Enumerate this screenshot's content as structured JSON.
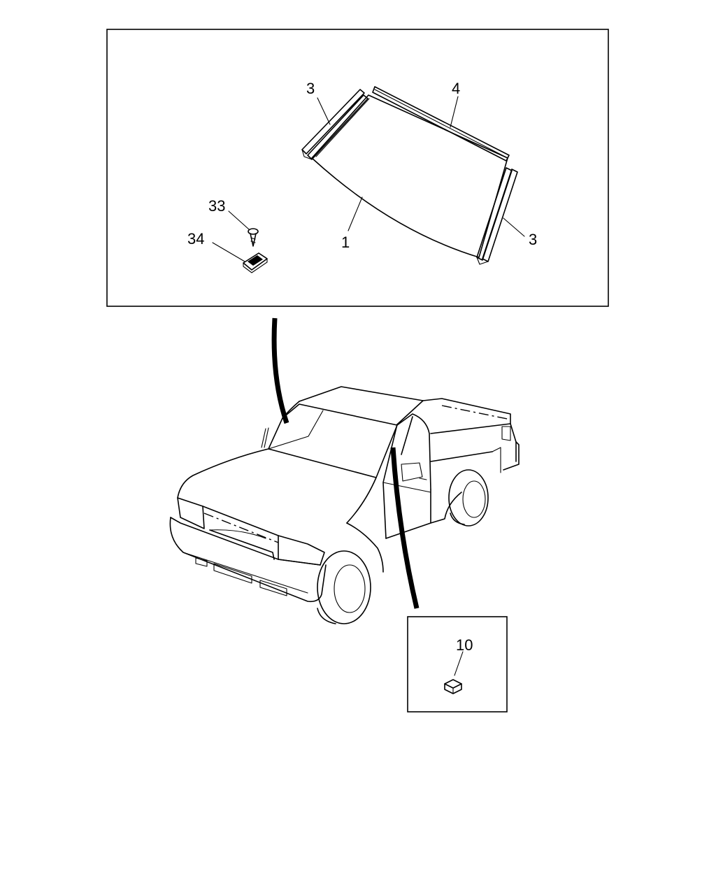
{
  "callouts": {
    "windshield": "1",
    "side_molding_left": "3",
    "side_molding_right": "3",
    "upper_molding": "4",
    "screw": "33",
    "clip": "34",
    "spacer": "10"
  }
}
